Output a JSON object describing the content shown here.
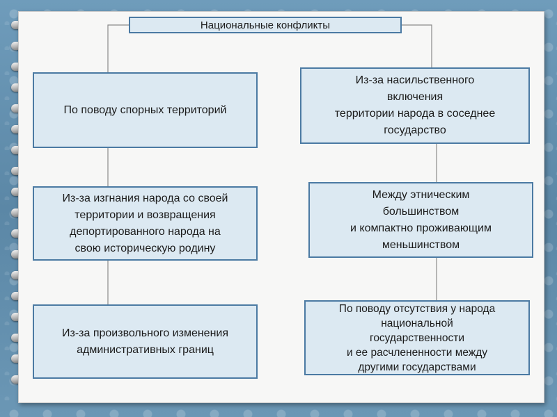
{
  "title": "Национальные конфликты",
  "left_boxes": [
    "По поводу спорных территорий",
    "Из-за изгнания народа со своей\nтерритории и возвращения\nдепортированного народа на\nсвою историческую родину",
    "Из-за произвольного изменения\nадминистративных границ"
  ],
  "right_boxes": [
    "Из-за насильственного\nвключения\nтерритории народа в соседнее\nгосударство",
    "Между этническим\nбольшинством\nи компактно проживающим\nменьшинством",
    "По поводу отсутствия у народа\nнациональной\nгосударственности\nи ее расчлененности между\nдругими государствами"
  ],
  "colors": {
    "box_fill": "#dce9f2",
    "box_border": "#4b7aa3",
    "connector": "#8a8a8a",
    "background": "#5f8cab"
  }
}
